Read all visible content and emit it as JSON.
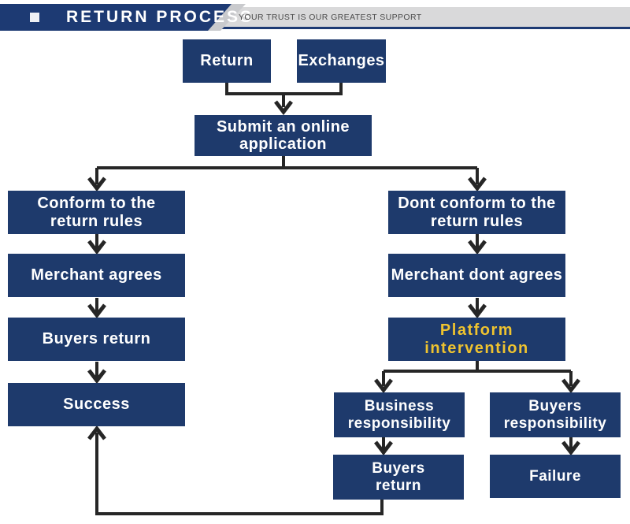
{
  "header": {
    "title": "RETURN PROCESS",
    "tagline": "YOUR TRUST IS OUR GREATEST SUPPORT"
  },
  "colors": {
    "box_navy": "#1e3a6c",
    "header_navy": "#1d3a73",
    "accent_yellow": "#efc32f",
    "connector_line": "#262626",
    "gray_bar": "#d9d9da"
  },
  "flowchart": {
    "nodes": {
      "return": "Return",
      "exchanges": "Exchanges",
      "submit": "Submit an online\napplication",
      "conform": "Conform to the\nreturn rules",
      "dont_conform": "Dont conform to the\nreturn rules",
      "merchant_agrees": "Merchant agrees",
      "merchant_dont_agrees": "Merchant dont agrees",
      "buyers_return_left": "Buyers return",
      "platform_intervention": "Platform\nintervention",
      "success": "Success",
      "business_responsibility": "Business\nresponsibility",
      "buyers_responsibility": "Buyers\nresponsibility",
      "buyers_return_right": "Buyers\nreturn",
      "failure": "Failure"
    }
  }
}
